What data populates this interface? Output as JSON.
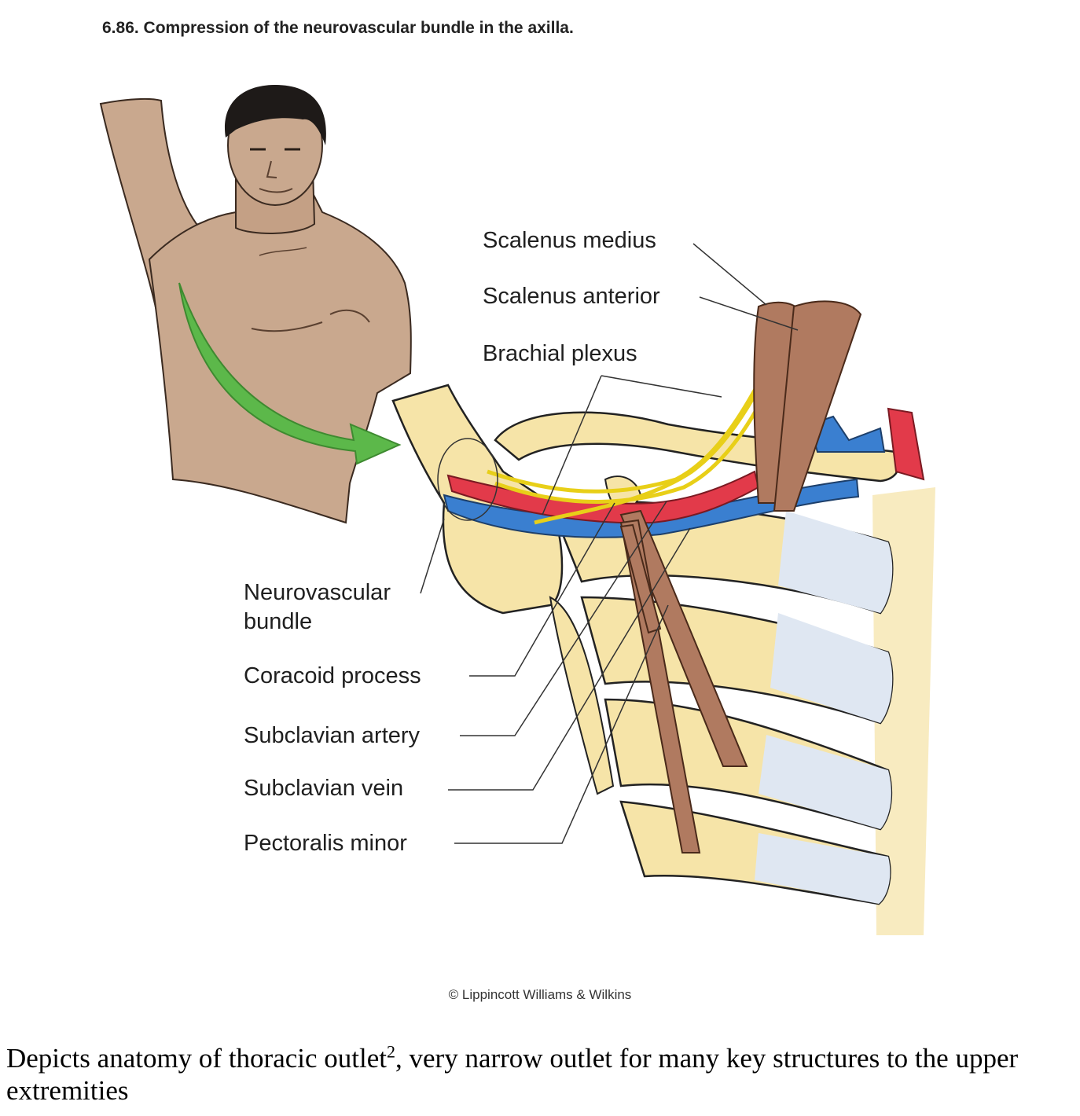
{
  "figure": {
    "title": "6.86. Compression of the neurovascular bundle in the axilla.",
    "labels": {
      "scalenus_medius": "Scalenus medius",
      "scalenus_anterior": "Scalenus anterior",
      "brachial_plexus": "Brachial plexus",
      "neurovascular_bundle_line1": "Neurovascular",
      "neurovascular_bundle_line2": "bundle",
      "coracoid_process": "Coracoid process",
      "subclavian_artery": "Subclavian artery",
      "subclavian_vein": "Subclavian vein",
      "pectoralis_minor": "Pectoralis minor"
    },
    "copyright": "© Lippincott Williams & Wilkins"
  },
  "caption": {
    "text_before": "Depicts anatomy of thoracic outlet",
    "superscript": "2",
    "text_after": ", very narrow outlet for many key structures to the upper extremities"
  },
  "colors": {
    "skin": "#c9a88e",
    "bone": "#f6e4a8",
    "muscle": "#b07a60",
    "artery": "#e23a4a",
    "vein": "#3a7fd0",
    "nerve": "#f2e030",
    "arrow": "#5cb84a",
    "cartilage": "#dfe7f2"
  }
}
